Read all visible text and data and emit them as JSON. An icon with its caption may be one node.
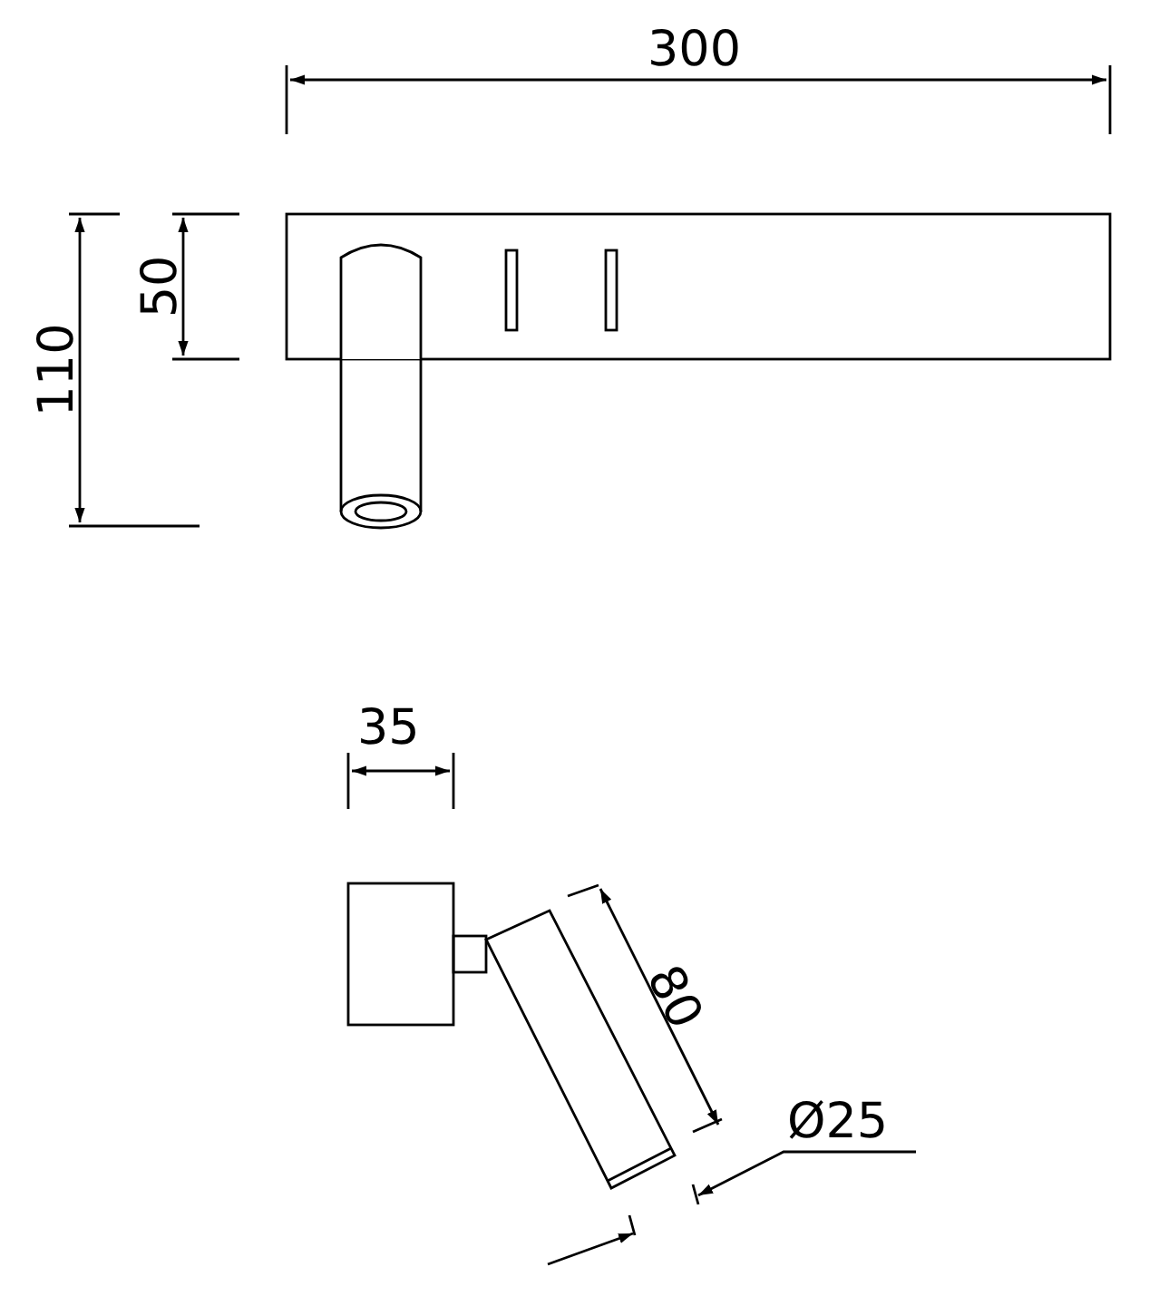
{
  "diagram": {
    "labels": [
      "300",
      "50",
      "110",
      "35",
      "80",
      "Ø25"
    ]
  }
}
